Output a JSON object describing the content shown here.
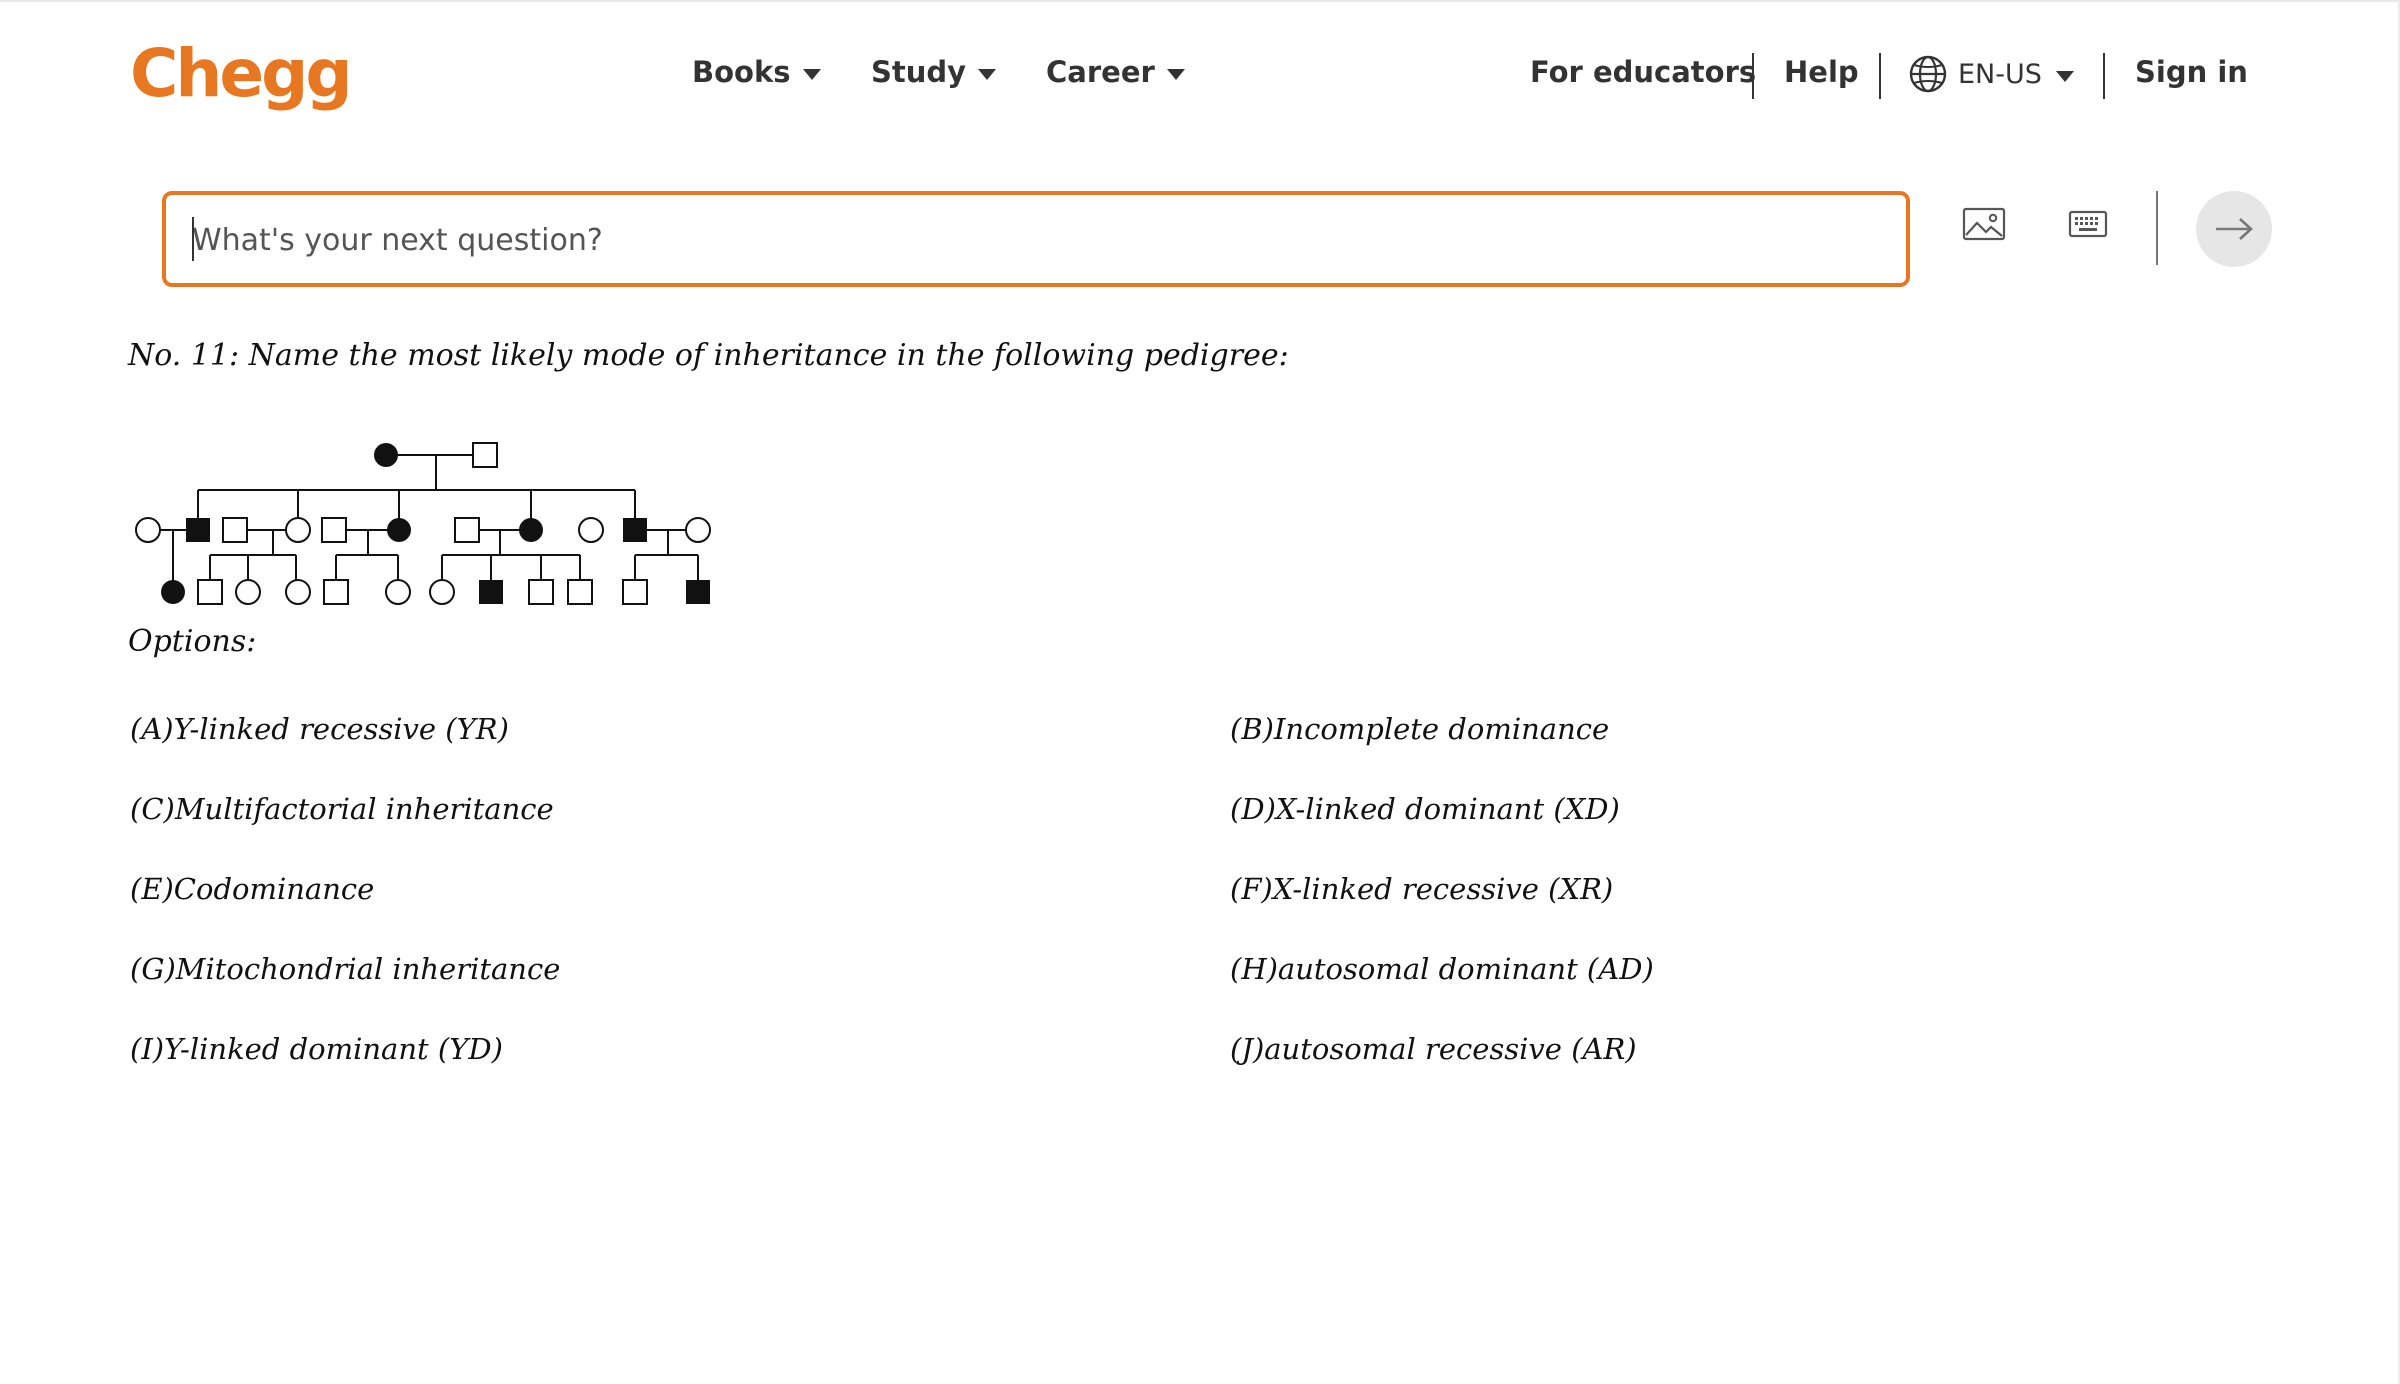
{
  "header": {
    "logo_text": "Chegg",
    "nav": [
      {
        "label": "Books"
      },
      {
        "label": "Study"
      },
      {
        "label": "Career"
      }
    ],
    "for_educators": "For educators",
    "help": "Help",
    "language": "EN-US",
    "sign_in": "Sign in"
  },
  "search": {
    "placeholder": "What's your next question?",
    "image_icon": "image-upload-icon",
    "keyboard_icon": "keyboard-icon",
    "send_icon": "arrow-right-icon"
  },
  "question": {
    "text": "No. 11: Name the most likely mode of inheritance in the following pedigree:",
    "options_label": "Options:",
    "options": [
      "(A)Y-linked recessive (YR)",
      "(B)Incomplete dominance",
      "(C)Multifactorial inheritance",
      "(D)X-linked dominant (XD)",
      "(E)Codominance",
      "(F)X-linked recessive (XR)",
      "(G)Mitochondrial inheritance",
      "(H)autosomal dominant (AD)",
      "(I)Y-linked dominant (YD)",
      "(J)autosomal recessive (AR)"
    ]
  },
  "colors": {
    "brand": "#e87722",
    "text": "#333333",
    "send_bg": "#e6e6e6"
  }
}
